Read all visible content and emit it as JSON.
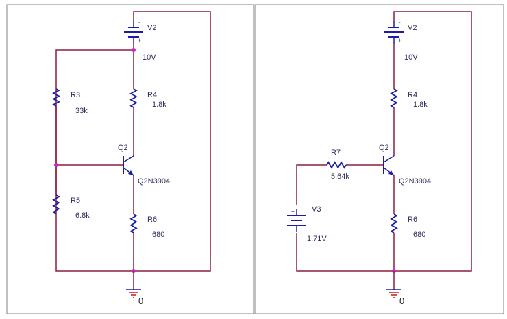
{
  "colors": {
    "wire": "#8a1f3c",
    "component": "#1c1ca8",
    "junction": "#d020d0",
    "border": "#808080",
    "text": "#2e2e5e",
    "ground": "#c01818"
  },
  "left_circuit": {
    "v2": {
      "name": "V2",
      "value": "10V"
    },
    "r3": {
      "name": "R3",
      "value": "33k"
    },
    "r4": {
      "name": "R4",
      "value": "1.8k"
    },
    "r5": {
      "name": "R5",
      "value": "6.8k"
    },
    "r6": {
      "name": "R6",
      "value": "680"
    },
    "q2": {
      "name": "Q2",
      "model": "Q2N3904"
    },
    "ground": {
      "label": "0"
    }
  },
  "right_circuit": {
    "v2": {
      "name": "V2",
      "value": "10V"
    },
    "r4": {
      "name": "R4",
      "value": "1.8k"
    },
    "r7": {
      "name": "R7",
      "value": "5.64k"
    },
    "v3": {
      "name": "V3",
      "value": "1.71V"
    },
    "r6": {
      "name": "R6",
      "value": "680"
    },
    "q2": {
      "name": "Q2",
      "model": "Q2N3904"
    },
    "ground": {
      "label": "0"
    }
  }
}
